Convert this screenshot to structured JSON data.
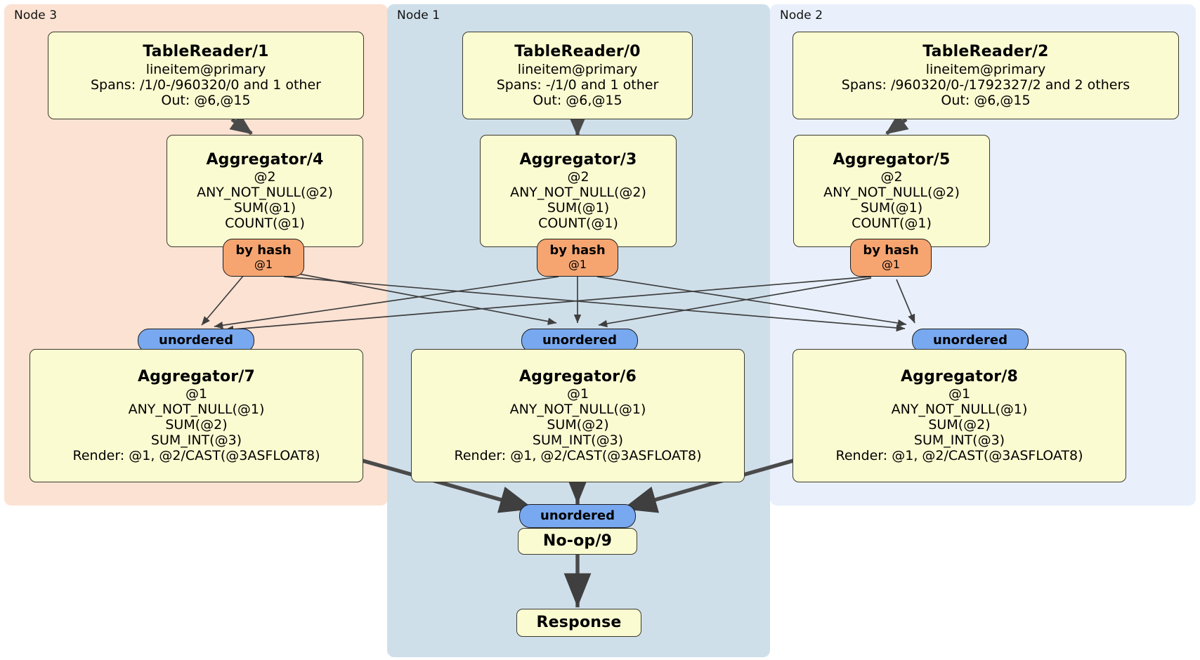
{
  "diagram": {
    "type": "distributed-query-plan",
    "title": "",
    "colors": {
      "node3_panel": "#fbe2d3",
      "node1_panel": "#cfdfea",
      "node2_panel": "#e9f0fb",
      "processor_fill": "#fbfbd2",
      "processor_stroke": "#3a3a2c",
      "hash_router_fill": "#f6a571",
      "unordered_stream_fill": "#78a8ef",
      "edge_thin": "#3f3f3f",
      "edge_thick": "#4a4a4a"
    }
  },
  "panels": [
    {
      "id": "node3",
      "label": "Node 3"
    },
    {
      "id": "node1",
      "label": "Node 1"
    },
    {
      "id": "node2",
      "label": "Node 2"
    }
  ],
  "processors": {
    "table_reader_1": {
      "title": "TableReader/1",
      "lines": [
        "lineitem@primary",
        "Spans: /1/0-/960320/0 and 1 other",
        "Out: @6,@15"
      ]
    },
    "table_reader_0": {
      "title": "TableReader/0",
      "lines": [
        "lineitem@primary",
        "Spans: -/1/0 and 1 other",
        "Out: @6,@15"
      ]
    },
    "table_reader_2": {
      "title": "TableReader/2",
      "lines": [
        "lineitem@primary",
        "Spans: /960320/0-/1792327/2 and 2 others",
        "Out: @6,@15"
      ]
    },
    "aggregator_4": {
      "title": "Aggregator/4",
      "lines": [
        "@2",
        "ANY_NOT_NULL(@2)",
        "SUM(@1)",
        "COUNT(@1)"
      ]
    },
    "aggregator_3": {
      "title": "Aggregator/3",
      "lines": [
        "@2",
        "ANY_NOT_NULL(@2)",
        "SUM(@1)",
        "COUNT(@1)"
      ]
    },
    "aggregator_5": {
      "title": "Aggregator/5",
      "lines": [
        "@2",
        "ANY_NOT_NULL(@2)",
        "SUM(@1)",
        "COUNT(@1)"
      ]
    },
    "aggregator_7": {
      "title": "Aggregator/7",
      "lines": [
        "@1",
        "ANY_NOT_NULL(@1)",
        "SUM(@2)",
        "SUM_INT(@3)",
        "Render: @1, @2/CAST(@3ASFLOAT8)"
      ]
    },
    "aggregator_6": {
      "title": "Aggregator/6",
      "lines": [
        "@1",
        "ANY_NOT_NULL(@1)",
        "SUM(@2)",
        "SUM_INT(@3)",
        "Render: @1, @2/CAST(@3ASFLOAT8)"
      ]
    },
    "aggregator_8": {
      "title": "Aggregator/8",
      "lines": [
        "@1",
        "ANY_NOT_NULL(@1)",
        "SUM(@2)",
        "SUM_INT(@3)",
        "Render: @1, @2/CAST(@3ASFLOAT8)"
      ]
    },
    "noop_9": {
      "title": "No-op/9",
      "lines": []
    },
    "response": {
      "title": "Response",
      "lines": []
    }
  },
  "routers": {
    "hash_left": {
      "title": "by hash",
      "line": "@1"
    },
    "hash_center": {
      "title": "by hash",
      "line": "@1"
    },
    "hash_right": {
      "title": "by hash",
      "line": "@1"
    }
  },
  "streams": {
    "unordered_left": {
      "label": "unordered"
    },
    "unordered_center": {
      "label": "unordered"
    },
    "unordered_right": {
      "label": "unordered"
    },
    "unordered_final": {
      "label": "unordered"
    }
  }
}
